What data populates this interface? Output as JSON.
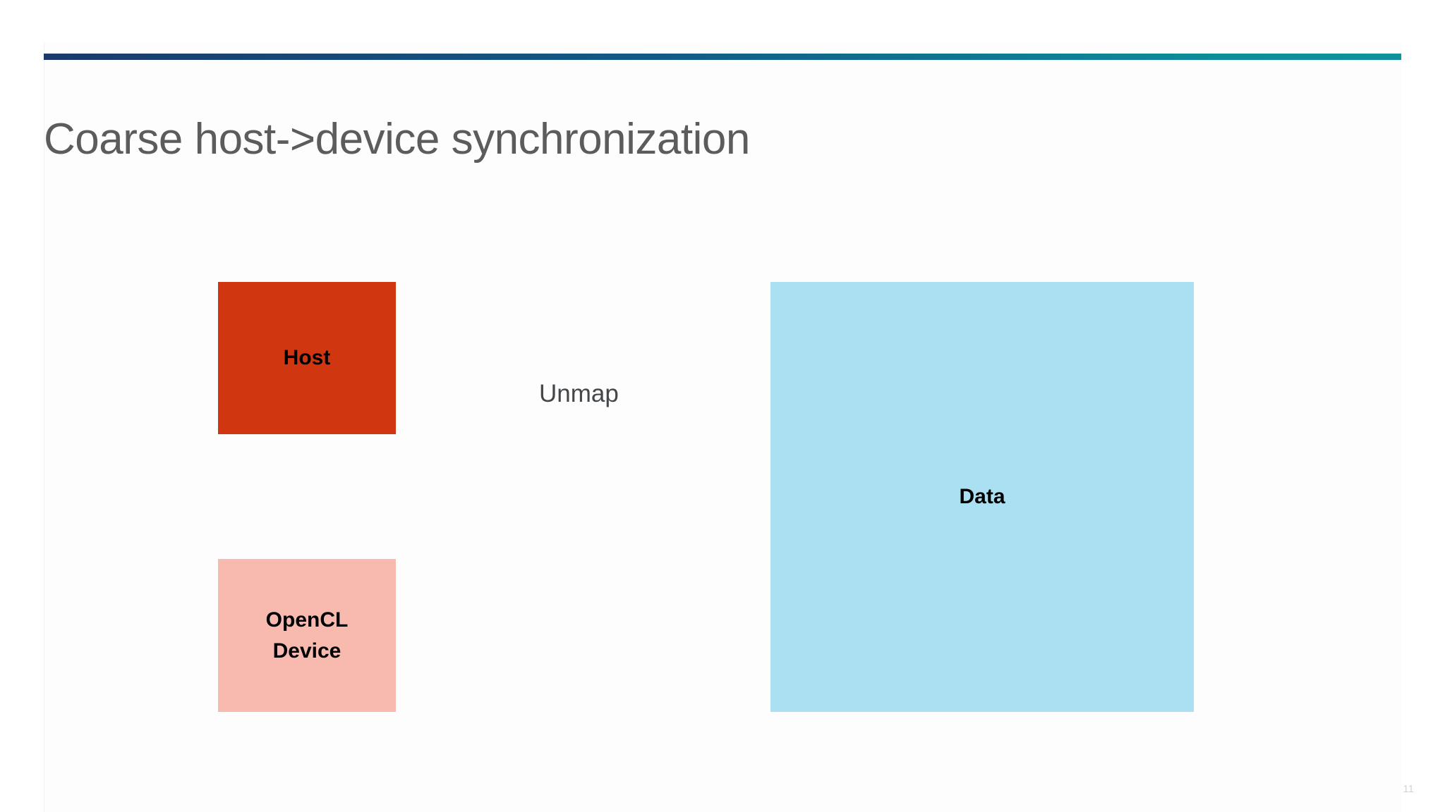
{
  "slide": {
    "title": "Coarse host->device synchronization",
    "page_number": "11",
    "accent_bar": {
      "color_start": "#1b3a6b",
      "color_end": "#0e939c"
    },
    "background_color": "#ffffff"
  },
  "diagram": {
    "boxes": [
      {
        "id": "host",
        "label": "Host",
        "color": "#d0360f",
        "text_color": "#000000"
      },
      {
        "id": "opencl-device",
        "label_line1": "OpenCL",
        "label_line2": "Device",
        "color": "#f8b9ae",
        "text_color": "#000000"
      },
      {
        "id": "data",
        "label": "Data",
        "color": "#aae0f2",
        "text_color": "#000000"
      }
    ],
    "annotations": [
      {
        "id": "unmap",
        "label": "Unmap",
        "color": "#43474a"
      }
    ]
  }
}
